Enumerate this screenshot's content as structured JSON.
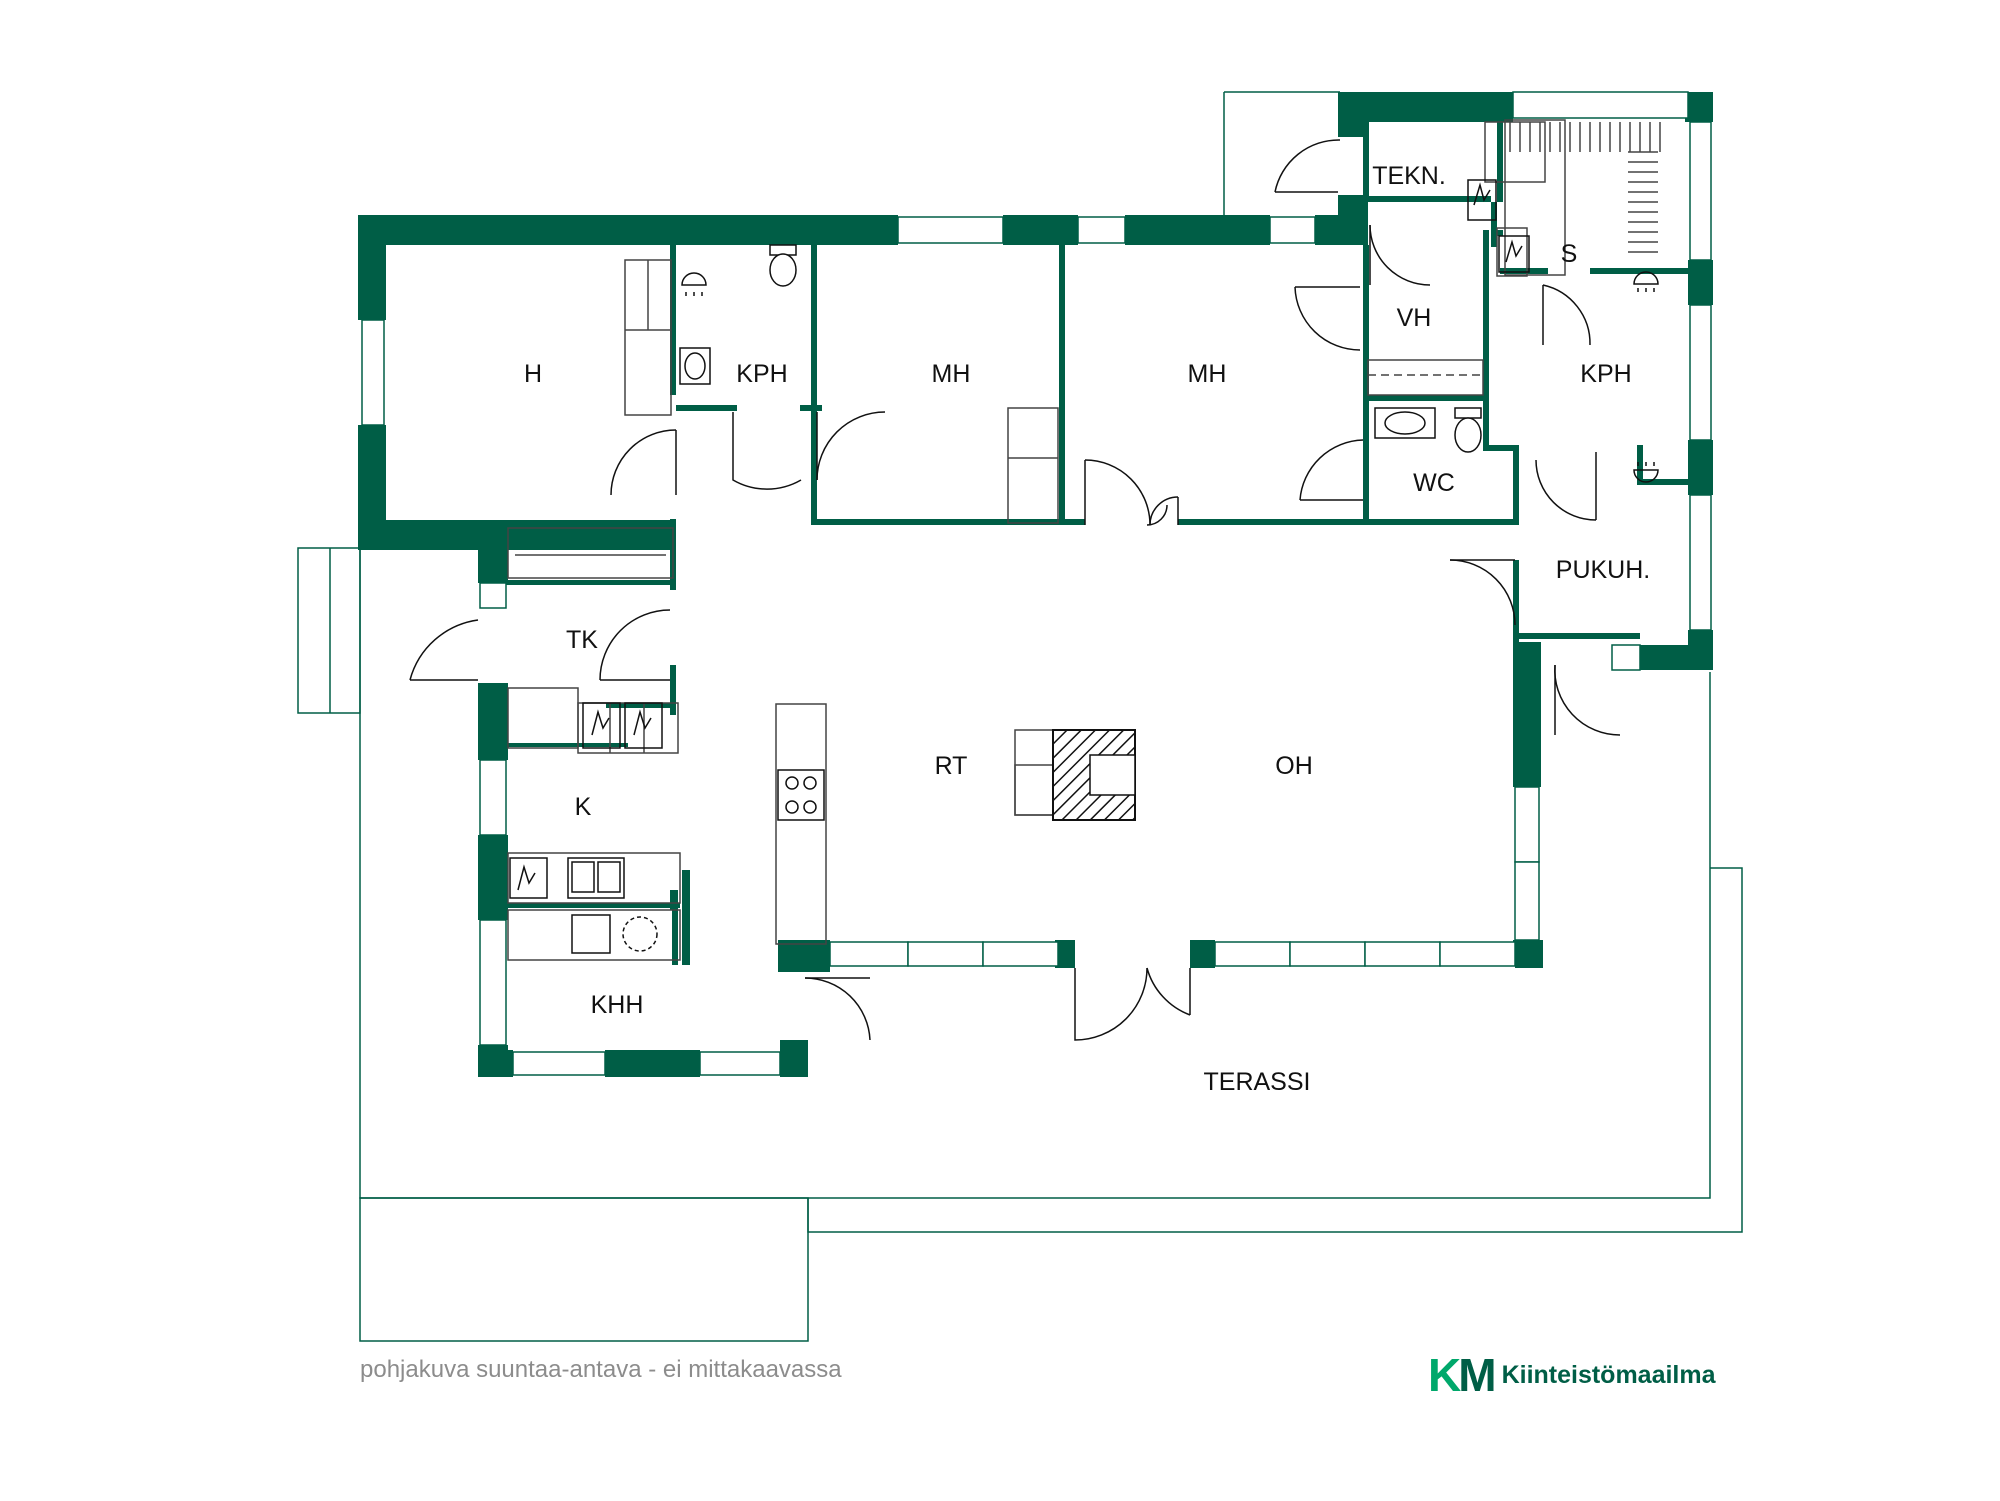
{
  "colors": {
    "wall": "#005e46",
    "outline": "#005e46",
    "text": "#111111",
    "note": "#8c8c8c",
    "brand_light": "#00a86b",
    "brand_dark": "#005e46"
  },
  "rooms": {
    "h": "H",
    "kph_left": "KPH",
    "mh_1": "MH",
    "mh_2": "MH",
    "tekn": "TEKN.",
    "s": "S",
    "vh": "VH",
    "kph_right": "KPH",
    "wc": "WC",
    "pukuh": "PUKUH.",
    "tk": "TK",
    "rt": "RT",
    "oh": "OH",
    "k": "K",
    "khh": "KHH",
    "terassi": "TERASSI"
  },
  "footer": {
    "note": "pohjakuva suuntaa-antava - ei mittakaavassa",
    "brand_mark": "KM",
    "brand_name": "Kiinteistömaailma"
  }
}
